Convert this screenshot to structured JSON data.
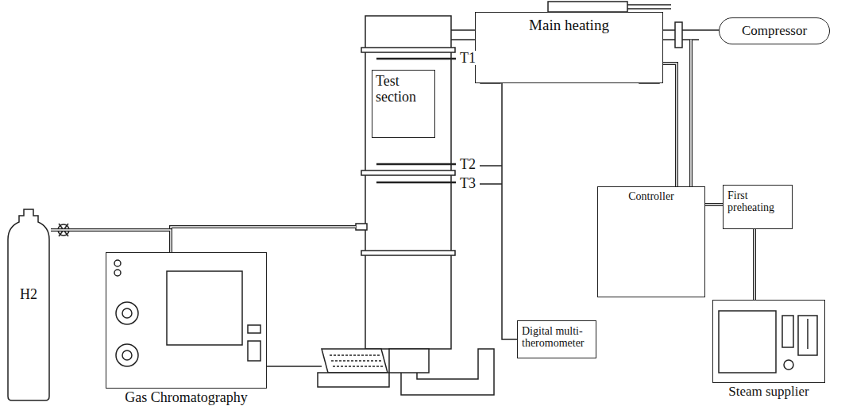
{
  "diagram": {
    "nodes": [
      {
        "text": [
          "H2"
        ]
      },
      {
        "text": [
          "Gas Chromatography"
        ]
      },
      {
        "text": [
          "Test section"
        ]
      },
      {
        "text": [
          "Main heating"
        ]
      },
      {
        "text": [
          "Compressor"
        ]
      },
      {
        "text": [
          "Controller"
        ]
      },
      {
        "text": [
          "First preheating"
        ]
      },
      {
        "text": [
          "Digital multi-theromometer"
        ]
      },
      {
        "text": [
          "Steam supplier"
        ]
      }
    ],
    "edges": [
      {
        "from": 0,
        "to": 1,
        "arrow": "none"
      },
      {
        "from": 5,
        "to": 3,
        "arrow": "none"
      },
      {
        "from": 6,
        "to": 8,
        "arrow": "none"
      }
    ],
    "labels": [
      "T1",
      "T2",
      "T3"
    ]
  }
}
